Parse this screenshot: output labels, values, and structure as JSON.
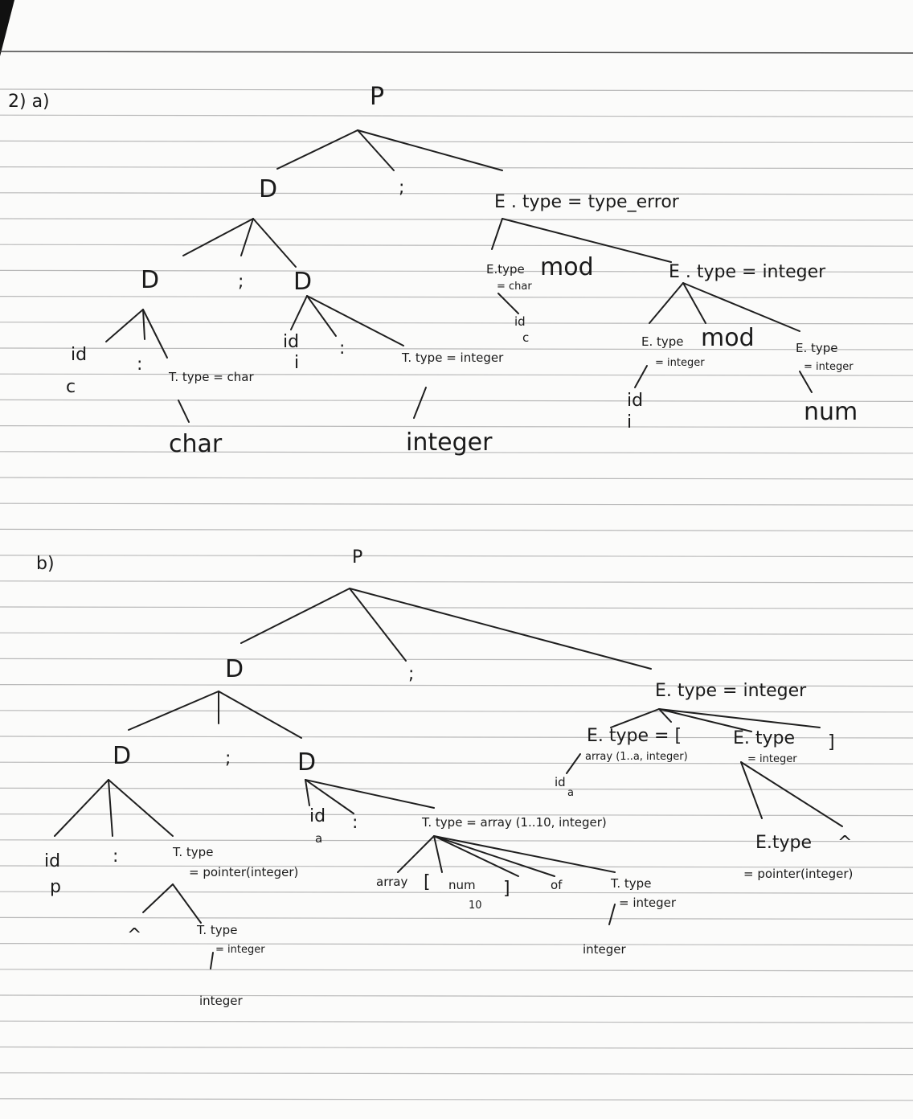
{
  "part_a": {
    "heading": "2) a)",
    "root": "P",
    "d_top": "D",
    "semi_top": ";",
    "e_root": "E . type = type_error",
    "d_left": "D",
    "semi_mid": ";",
    "d_right": "D",
    "id_c": "id",
    "c": "c",
    "colon_1": ":",
    "t_char": "T. type = char",
    "char": "char",
    "id_i": "id",
    "i": "i",
    "colon_2": ":",
    "t_int": "T. type = integer",
    "integer": "integer",
    "e_char": "E.type",
    "e_char_val": "= char",
    "mod_1": "mod",
    "id_c2": "id",
    "c2": "c",
    "e_int": "E . type = integer",
    "e_int2": "E. type",
    "e_int2_val": "= integer",
    "mod_2": "mod",
    "e_int3": "E. type",
    "e_int3_val": "= integer",
    "id_i2": "id",
    "i2": "i",
    "num": "num"
  },
  "part_b": {
    "heading": "b)",
    "root": "P",
    "d_top": "D",
    "semi_top": ";",
    "e_root": "E. type = integer",
    "d_left": "D",
    "semi_mid": ";",
    "d_right": "D",
    "id_p": "id",
    "p": "p",
    "colon_1": ":",
    "t_ptr": "T. type",
    "t_ptr_val": "= pointer(integer)",
    "caret": "^",
    "t_int": "T. type",
    "t_int_val": "= integer",
    "integer_1": "integer",
    "id_a": "id",
    "a": "a",
    "colon_2": ":",
    "t_arr": "T. type = array (1..10, integer)",
    "array": "array",
    "lbracket": "[",
    "num": "num",
    "ten": "10",
    "rbracket": "]",
    "of": "of",
    "t_int2": "T. type",
    "t_int2_val": "= integer",
    "integer_2": "integer",
    "e_arr": "E. type = [",
    "e_arr_val": "array (1..a, integer)",
    "id_a2": "id",
    "a2": "a",
    "e_int": "E. type",
    "e_int_val": "= integer",
    "rbracket2": "]",
    "e_ptr": "E.type",
    "e_ptr_caret": "^",
    "e_ptr_val": "= pointer(integer)"
  }
}
